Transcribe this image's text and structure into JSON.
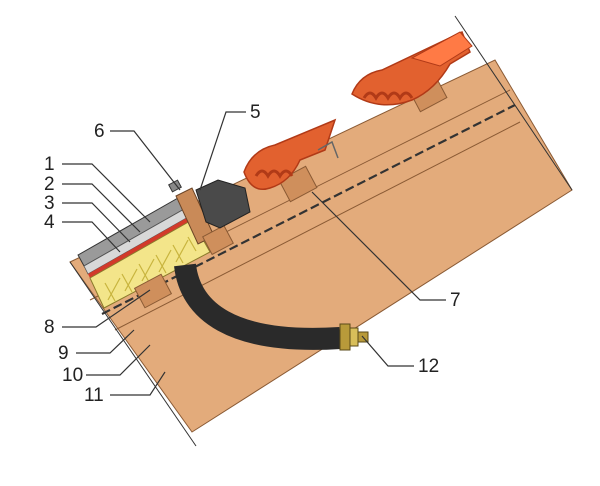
{
  "colors": {
    "background": "#ffffff",
    "wood_base": "#e3ab7b",
    "wood_dark": "#cf8f5c",
    "wood_outline": "#8a5a34",
    "tile": "#e2612f",
    "tile_dark": "#b13a17",
    "tile_inner": "#ff7a45",
    "insulation": "#f3e58a",
    "insulation_pattern": "#c8b43e",
    "flashing": "#4a4a4a",
    "hose": "#2a2a2a",
    "brass": "#b89a3a",
    "membrane": "#6a6a6a",
    "glass": "#bdbdbd",
    "red_layer": "#d23a2a",
    "leader": "#333333"
  },
  "callouts": [
    {
      "id": "c1",
      "label": "1"
    },
    {
      "id": "c2",
      "label": "2"
    },
    {
      "id": "c3",
      "label": "3"
    },
    {
      "id": "c4",
      "label": "4"
    },
    {
      "id": "c5",
      "label": "5"
    },
    {
      "id": "c6",
      "label": "6"
    },
    {
      "id": "c7",
      "label": "7"
    },
    {
      "id": "c8",
      "label": "8"
    },
    {
      "id": "c9",
      "label": "9"
    },
    {
      "id": "c10",
      "label": "10"
    },
    {
      "id": "c11",
      "label": "11"
    },
    {
      "id": "c12",
      "label": "12"
    }
  ]
}
